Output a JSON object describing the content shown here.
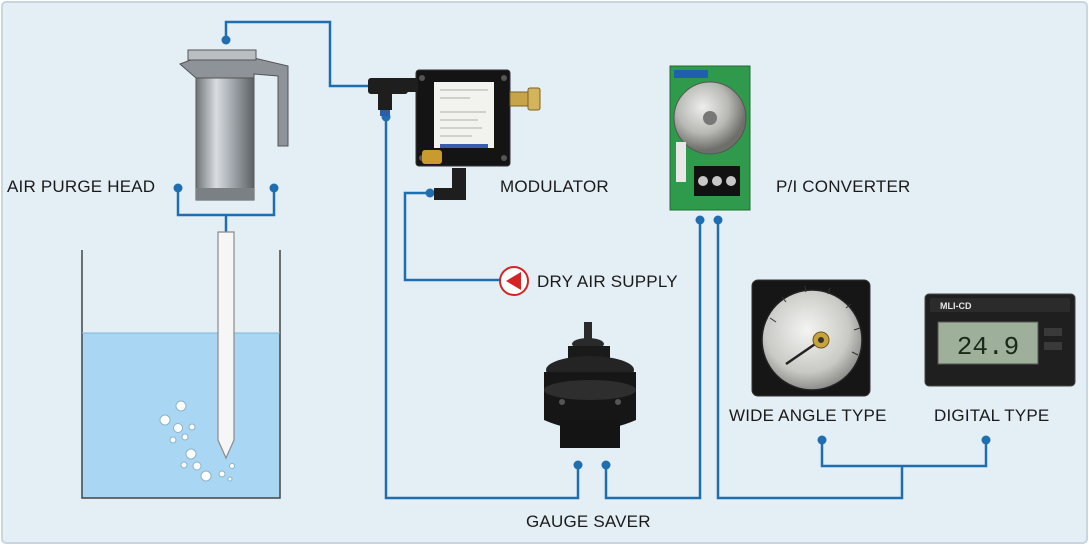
{
  "labels": {
    "air_purge_head": "AIR PURGE HEAD",
    "modulator": "MODULATOR",
    "pi_converter": "P/I CONVERTER",
    "dry_air_supply": "DRY AIR SUPPLY",
    "wide_angle_type": "WIDE ANGLE TYPE",
    "digital_type": "DIGITAL TYPE",
    "gauge_saver": "GAUGE SAVER"
  },
  "digital_meter": {
    "model": "MLI-CD",
    "reading": "24.9"
  },
  "colors": {
    "background": "#e4eef5",
    "pipe": "#1f6fb0",
    "water": "#a9d6f2",
    "dry_air_arrow": "#d42424"
  }
}
